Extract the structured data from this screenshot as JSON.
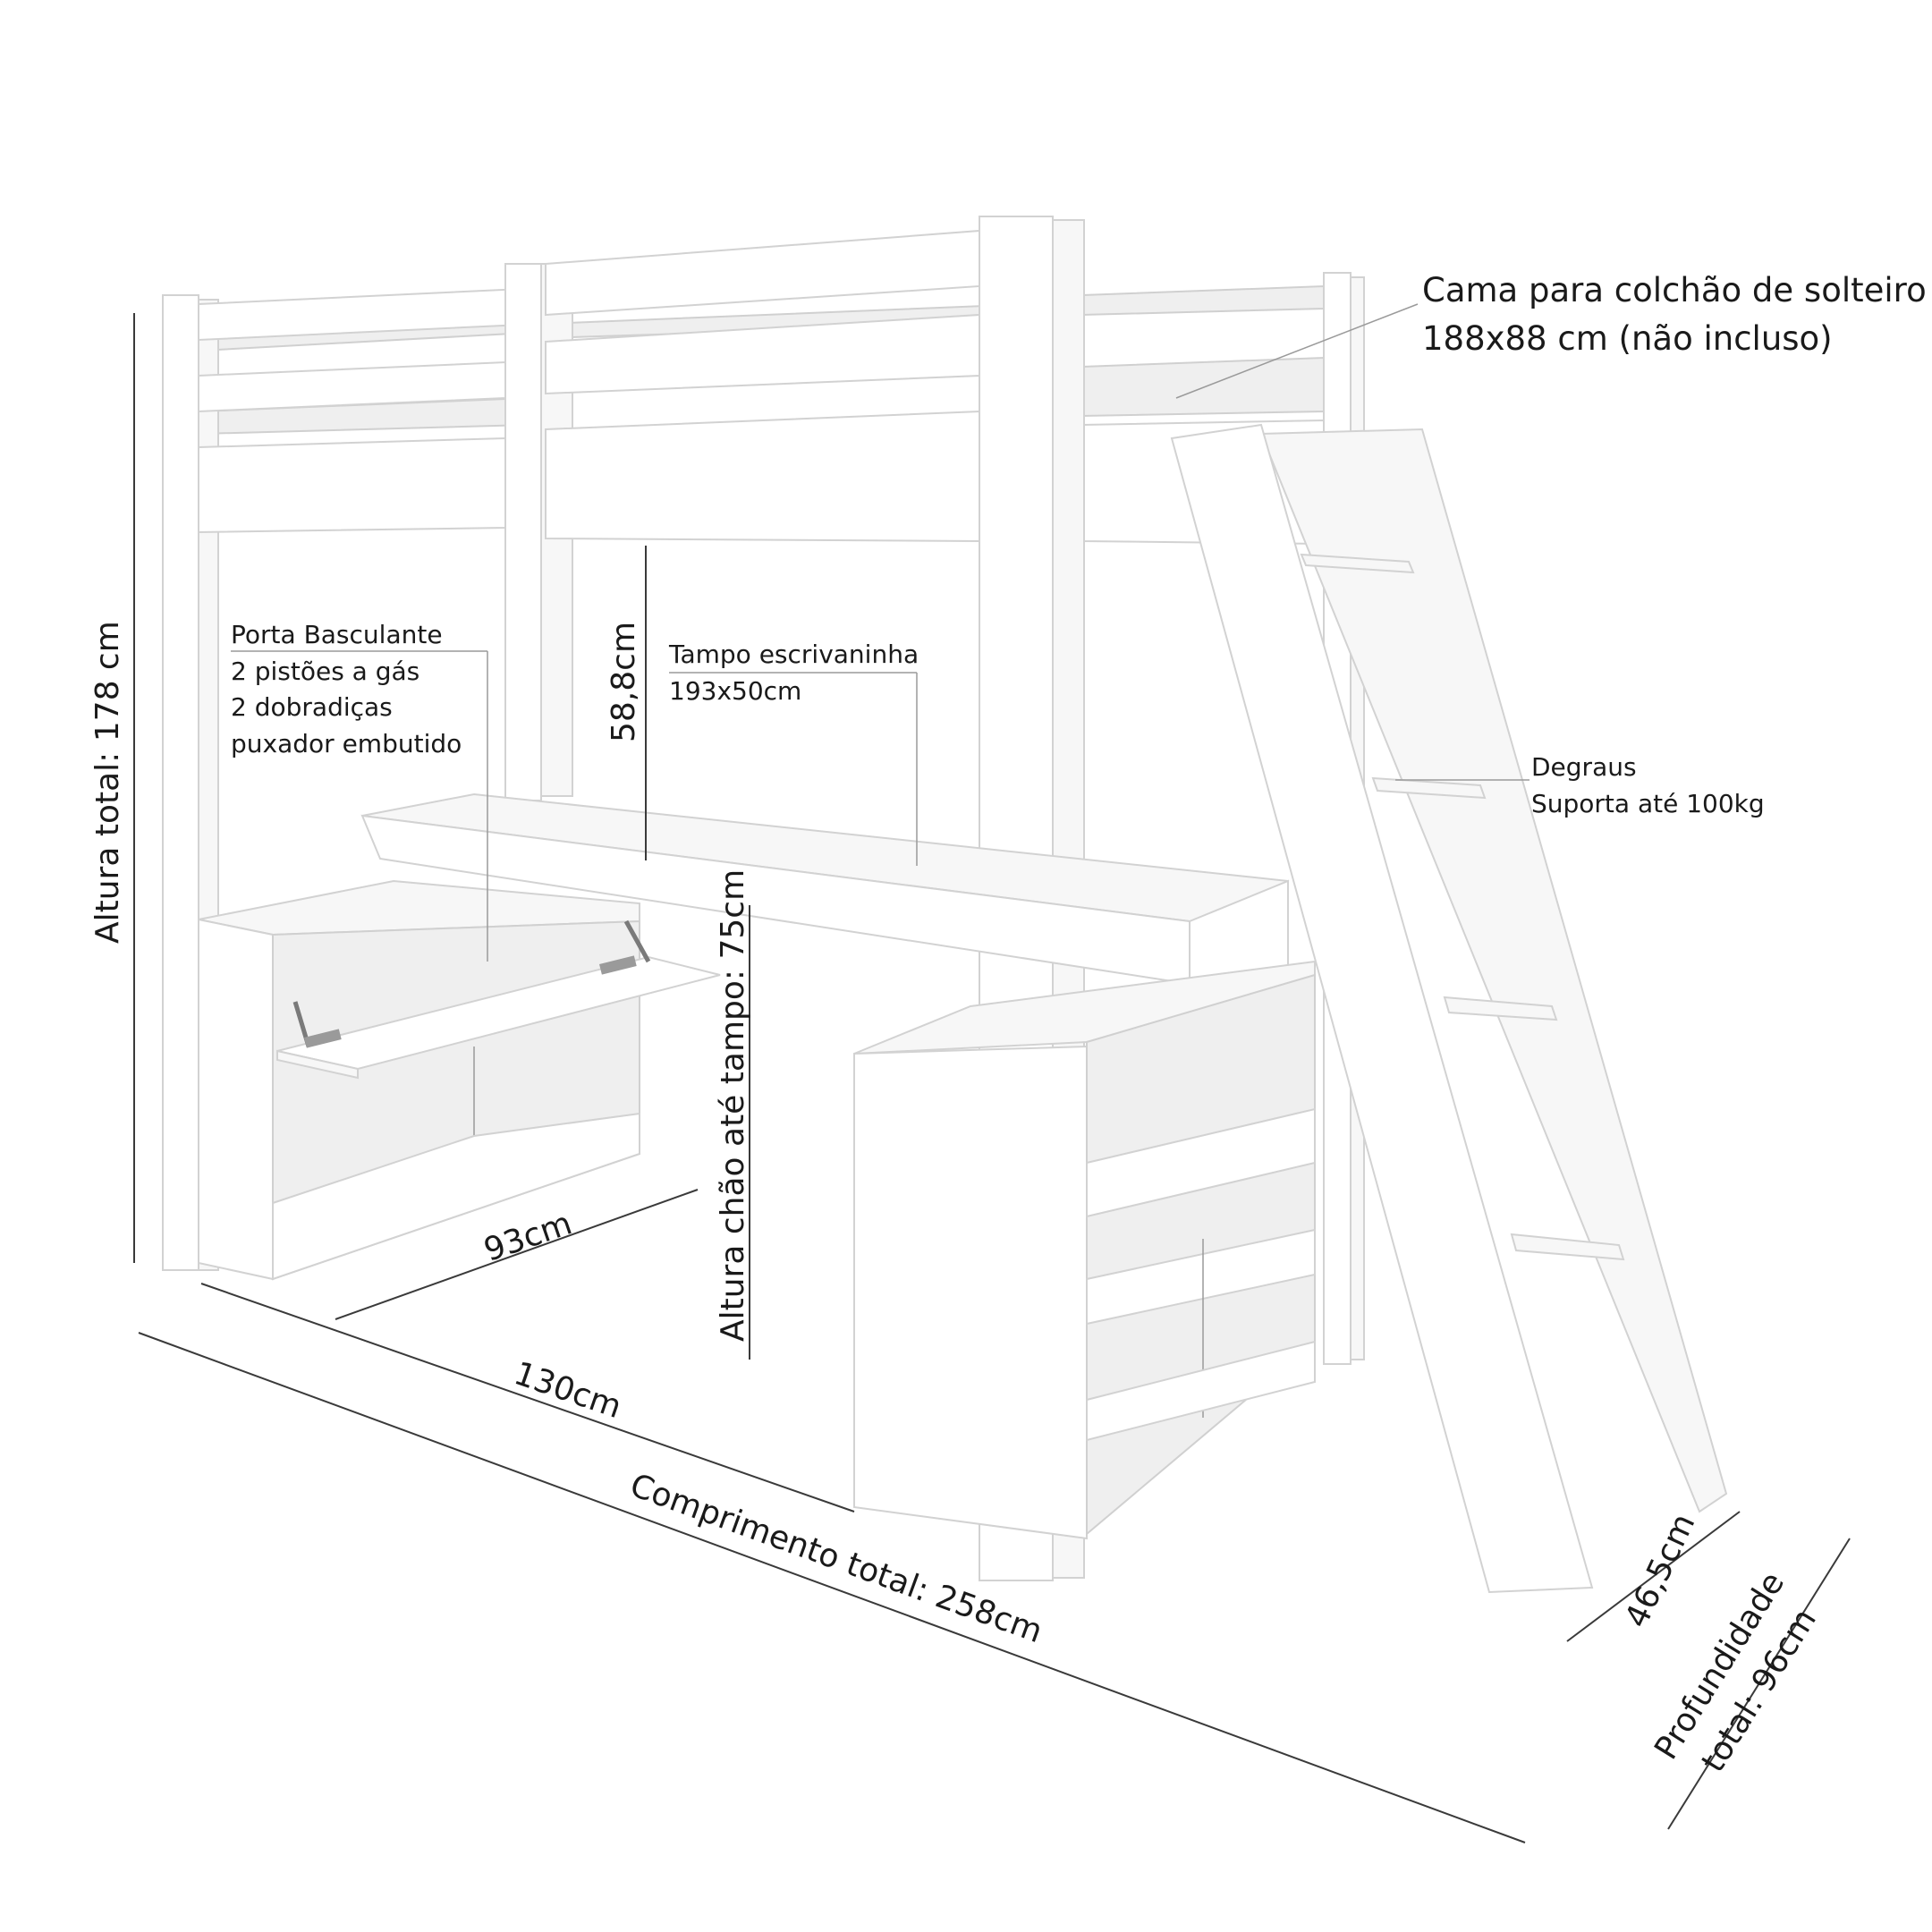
{
  "annotations": {
    "mattress": {
      "line1": "Cama para colchão de solteiro",
      "line2": "188x88 cm (não incluso)"
    },
    "door": {
      "line1": "Porta Basculante",
      "line2": "2 pistões a gás",
      "line3": "2 dobradiças",
      "line4": "puxador embutido"
    },
    "desktop_top": {
      "line1": "Tampo escrivaninha",
      "line2": "193x50cm"
    },
    "steps": {
      "line1": "Degraus",
      "line2": "Suporta até 100kg"
    }
  },
  "dimensions": {
    "total_height": "Altura total: 178 cm",
    "under_bed_height": "58,8cm",
    "floor_to_top_height": "Altura chão até tampo: 75cm",
    "cabinet_width": "93cm",
    "desk_length": "130cm",
    "total_length": "Comprimento total: 258cm",
    "ladder_depth": "46,5cm",
    "total_depth_line1": "Profundidade",
    "total_depth_line2": "total: 96cm"
  },
  "colors": {
    "furniture": "#ffffff",
    "furniture_edge": "#d6d6d6",
    "shadow": "#e9e9e9",
    "dimension_line": "#3a3a3a",
    "text": "#1a1a1a"
  }
}
